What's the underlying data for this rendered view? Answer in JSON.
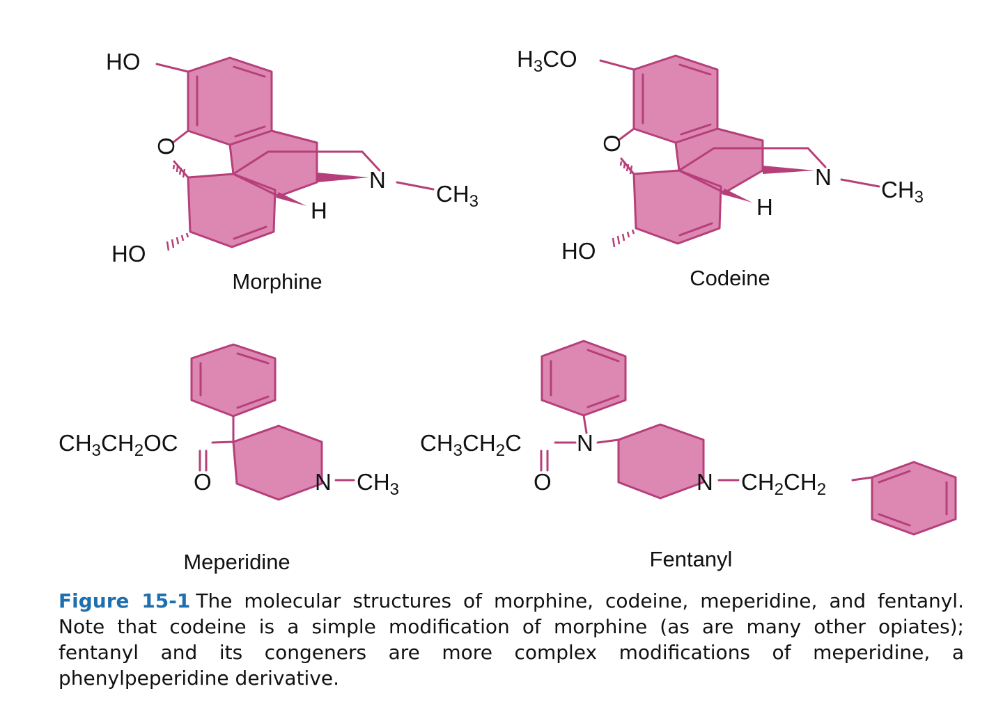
{
  "colors": {
    "ring_fill": "#dc88b3",
    "ring_stroke": "#b63f7a",
    "text": "#111111",
    "figure_label": "#1f6fae"
  },
  "molecules": {
    "morphine": {
      "name": "Morphine",
      "atoms": {
        "ho_top": "HO",
        "o": "O",
        "ho_bottom": "HO",
        "n": "N",
        "ch3": "CH",
        "ch3_sub": "3",
        "h": "H"
      }
    },
    "codeine": {
      "name": "Codeine",
      "atoms": {
        "h3co_a": "H",
        "h3co_sub": "3",
        "h3co_b": "CO",
        "o": "O",
        "ho_bottom": "HO",
        "n": "N",
        "ch3": "CH",
        "ch3_sub": "3",
        "h": "H"
      }
    },
    "meperidine": {
      "name": "Meperidine",
      "atoms": {
        "ester_a": "CH",
        "ester_sub1": "3",
        "ester_b": "CH",
        "ester_sub2": "2",
        "ester_c": "OC",
        "carbonyl_o": "O",
        "n": "N",
        "ch3": "CH",
        "ch3_sub": "3"
      }
    },
    "fentanyl": {
      "name": "Fentanyl",
      "atoms": {
        "acyl_a": "CH",
        "acyl_sub1": "3",
        "acyl_b": "CH",
        "acyl_sub2": "2",
        "acyl_c": "C",
        "amide_n": "N",
        "carbonyl_o": "O",
        "pip_n": "N",
        "linker_a": "CH",
        "linker_sub1": "2",
        "linker_b": "CH",
        "linker_sub2": "2"
      }
    }
  },
  "caption": {
    "label": "Figure 15-1",
    "text": "The molecular structures of morphine, codeine, meperidine, and fentanyl. Note that codeine is a simple modification of morphine (as are many other opiates); fentanyl and its congeners are more complex modifications of meperidine, a phenylpeperidine derivative."
  }
}
